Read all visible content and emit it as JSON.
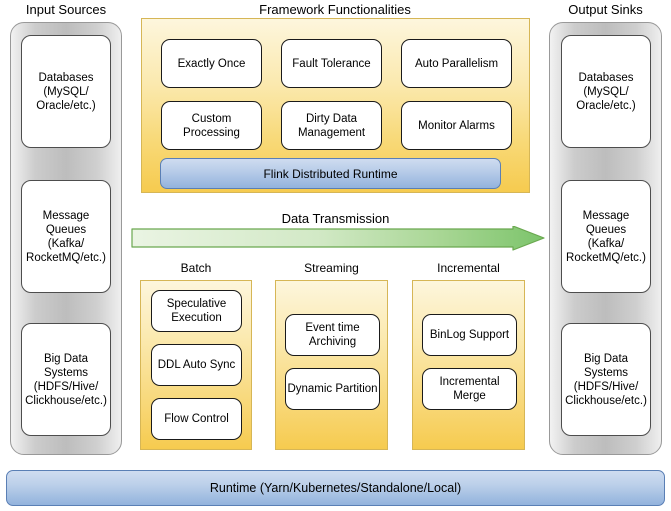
{
  "columns": {
    "input": {
      "title": "Input Sources",
      "nodes": [
        {
          "label": "Databases\n(MySQL/\nOracle/etc.)"
        },
        {
          "label": "Message\nQueues\n(Kafka/\nRocketMQ/etc.)"
        },
        {
          "label": "Big Data\nSystems\n(HDFS/Hive/\nClickhouse/etc.)"
        }
      ]
    },
    "output": {
      "title": "Output Sinks",
      "nodes": [
        {
          "label": "Databases\n(MySQL/\nOracle/etc.)"
        },
        {
          "label": "Message\nQueues\n(Kafka/\nRocketMQ/etc.)"
        },
        {
          "label": "Big Data\nSystems\n(HDFS/Hive/\nClickhouse/etc.)"
        }
      ]
    }
  },
  "framework": {
    "title": "Framework Functionalities",
    "features": [
      {
        "label": "Exactly Once"
      },
      {
        "label": "Fault Tolerance"
      },
      {
        "label": "Auto Parallelism"
      },
      {
        "label": "Custom\nProcessing"
      },
      {
        "label": "Dirty Data\nManagement"
      },
      {
        "label": "Monitor Alarms"
      }
    ],
    "runtime_bar": "Flink Distributed Runtime"
  },
  "transmission": {
    "label": "Data Transmission",
    "arrow_color_start": "#e7f2df",
    "arrow_color_end": "#79c36a",
    "arrow_border": "#6aa84f"
  },
  "modes": [
    {
      "label": "Batch",
      "boxes": [
        {
          "label": "Speculative\nExecution"
        },
        {
          "label": "DDL Auto Sync"
        },
        {
          "label": "Flow Control"
        }
      ]
    },
    {
      "label": "Streaming",
      "boxes": [
        {
          "label": "Event time\nArchiving"
        },
        {
          "label": "Dynamic Partition"
        }
      ]
    },
    {
      "label": "Incremental",
      "boxes": [
        {
          "label": "BinLog Support"
        },
        {
          "label": "Incremental\nMerge"
        }
      ]
    }
  ],
  "runtime": {
    "label": "Runtime (Yarn/Kubernetes/Standalone/Local)"
  },
  "colors": {
    "panel_yellow_top": "#fdf6dd",
    "panel_yellow_bottom": "#f6cb4f",
    "panel_border": "#d6b656",
    "blue_bar_top": "#cfdcf0",
    "blue_bar_bottom": "#93b3dd",
    "blue_border": "#5a7fb5",
    "gray_column": "#c0c0c0",
    "gray_border": "#999999"
  }
}
